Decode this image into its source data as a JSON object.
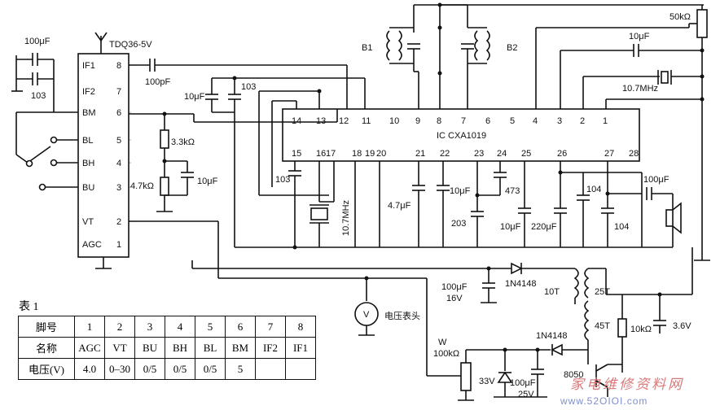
{
  "ic": {
    "name": "IC  CXA1019",
    "top_pins": [
      "14",
      "13",
      "12",
      "11",
      "10",
      "9",
      "8",
      "7",
      "6",
      "5",
      "4",
      "3",
      "2",
      "1"
    ],
    "bottom_pins": [
      "15",
      "16",
      "17",
      "18",
      "19",
      "20",
      "21",
      "22",
      "23",
      "24",
      "25",
      "26",
      "27",
      "28"
    ]
  },
  "tuner": {
    "name": "TDQ36-5V",
    "pins": [
      {
        "label": "IF1",
        "num": "8"
      },
      {
        "label": "IF2",
        "num": "7"
      },
      {
        "label": "BM",
        "num": "6"
      },
      {
        "label": "BL",
        "num": "5"
      },
      {
        "label": "BH",
        "num": "4"
      },
      {
        "label": "BU",
        "num": "3"
      },
      {
        "label": "VT",
        "num": "2"
      },
      {
        "label": "AGC",
        "num": "1"
      }
    ]
  },
  "labels": {
    "c100u_tl": "100μF",
    "c103_tl": "103",
    "c100p": "100pF",
    "c10u_a": "10μF",
    "c103_a": "103",
    "r33k": "3.3kΩ",
    "r47k": "4.7kΩ",
    "c10u_b": "10μF",
    "b1": "B1",
    "b2": "B2",
    "r50k": "50kΩ",
    "c10u_c": "10μF",
    "xtal_top": "10.7MHz",
    "c103_b": "103",
    "xtal_bot": "10.7MHz",
    "c47u": "4.7μF",
    "c10u_d": "10μF",
    "c203": "203",
    "c473": "473",
    "c10u_e": "10μF",
    "c220u": "220μF",
    "c104_a": "104",
    "c104_b": "104",
    "c100u_spk": "100μF",
    "meter": "电压表头",
    "meter_sym": "V",
    "c100u_16v": "100μF",
    "v16": "16V",
    "d1": "1N4148",
    "t10": "10T",
    "t25": "25T",
    "t45": "45T",
    "r10k": "10kΩ",
    "v36": "3.6V",
    "d2": "1N4148",
    "w": "W",
    "w_val": "100kΩ",
    "z33": "33V",
    "c100u_25v": "100μF",
    "v25": "25V",
    "q": "8050"
  },
  "table": {
    "title": "表 1",
    "headers": [
      "脚号",
      "1",
      "2",
      "3",
      "4",
      "5",
      "6",
      "7",
      "8"
    ],
    "names": [
      "名称",
      "AGC",
      "VT",
      "BU",
      "BH",
      "BL",
      "BM",
      "IF2",
      "IF1"
    ],
    "voltages": [
      "电压(V)",
      "4.0",
      "0–30",
      "0/5",
      "0/5",
      "0/5",
      "5",
      "",
      ""
    ]
  },
  "watermark": {
    "text": "家电维修资料网",
    "url": "www.52OIOI.com"
  }
}
